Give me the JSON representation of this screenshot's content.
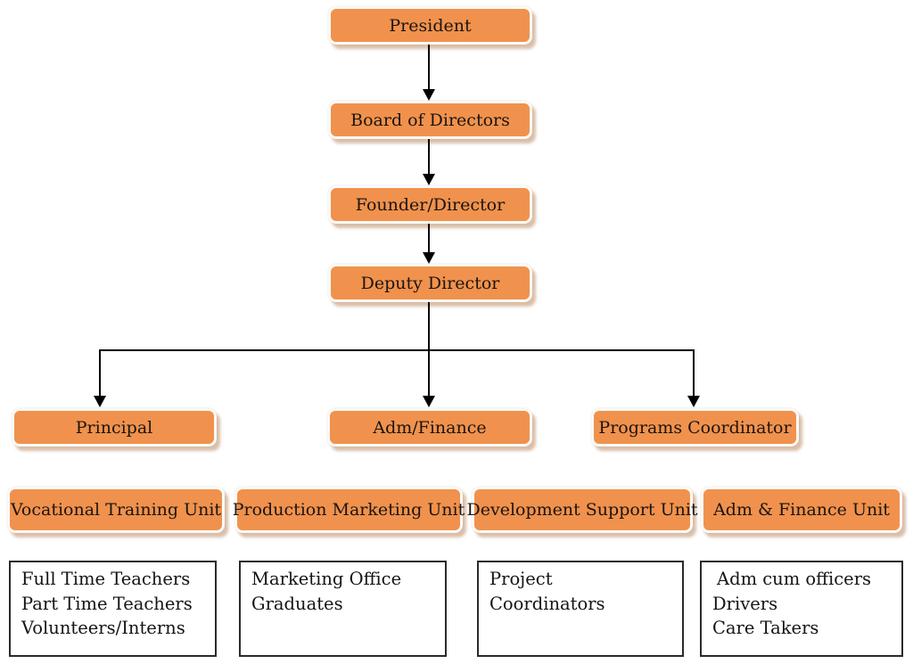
{
  "diagram": {
    "type": "org-chart",
    "colors": {
      "node_fill": "#F0924D",
      "node_border": "#FBF9F6",
      "node_shadow": "#BC8A64",
      "connector": "#000000",
      "text": "#1c1410",
      "staff_box_border": "#2a2a2a",
      "background": "#ffffff"
    },
    "chain": [
      {
        "id": "president",
        "label": "President"
      },
      {
        "id": "board-of-directors",
        "label": "Board of Directors"
      },
      {
        "id": "founder-director",
        "label": "Founder/Director"
      },
      {
        "id": "deputy-director",
        "label": "Deputy Director"
      }
    ],
    "managers": [
      {
        "id": "principal",
        "label": "Principal"
      },
      {
        "id": "adm-finance",
        "label": "Adm/Finance"
      },
      {
        "id": "programs-coordinator",
        "label": "Programs Coordinator"
      }
    ],
    "units": [
      {
        "id": "vocational-training-unit",
        "label": "Vocational Training Unit",
        "staff": [
          "Full Time Teachers",
          "Part Time Teachers",
          "Volunteers/Interns"
        ]
      },
      {
        "id": "production-marketing-unit",
        "label": "Production Marketing Unit",
        "staff": [
          "Marketing Office",
          "Graduates"
        ]
      },
      {
        "id": "development-support-unit",
        "label": "Development Support Unit",
        "staff": [
          "Project Coordinators"
        ]
      },
      {
        "id": "adm-finance-unit",
        "label": "Adm & Finance Unit",
        "staff": [
          "Adm cum officers",
          "Drivers",
          "Care Takers"
        ]
      }
    ]
  }
}
